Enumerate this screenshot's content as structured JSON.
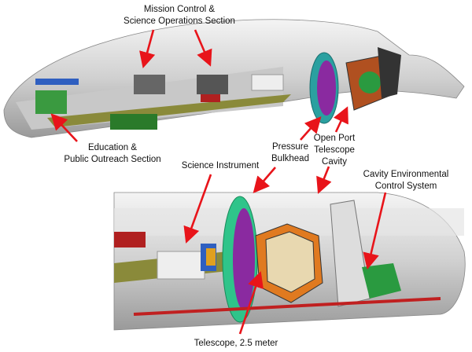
{
  "labels": {
    "mission_control": [
      "Mission Control &",
      "Science Operations Section"
    ],
    "education": [
      "Education &",
      "Public Outreach Section"
    ],
    "pressure_bulkhead": [
      "Pressure",
      "Bulkhead"
    ],
    "open_port": [
      "Open Port",
      "Telescope",
      "Cavity"
    ],
    "science_instrument": "Science Instrument",
    "cavity_env": [
      "Cavity Environmental",
      "Control System"
    ],
    "telescope": "Telescope, 2.5 meter"
  },
  "colors": {
    "arrow": "#e8141a",
    "fuselage": "#d9d9d9",
    "bulkhead": "#2fc48a",
    "floor": "#8a8a3a"
  }
}
